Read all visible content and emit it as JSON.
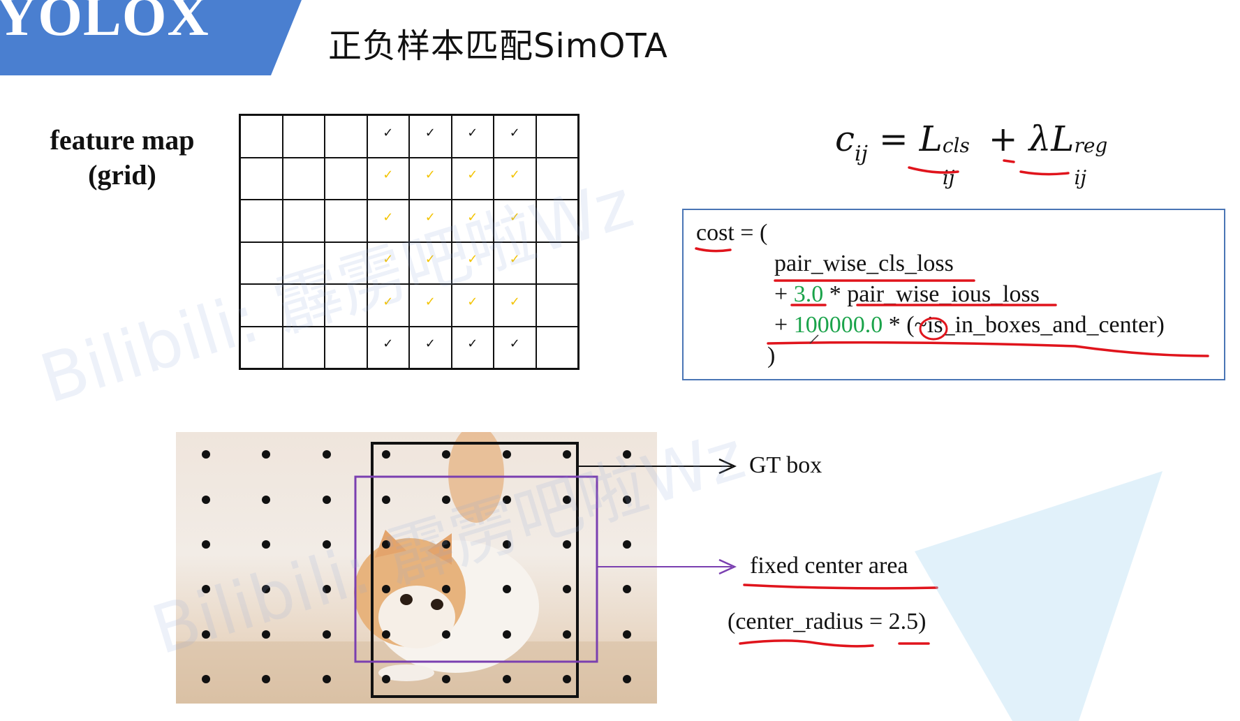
{
  "banner": {
    "logo_text": "YOLOX",
    "color": "#4a7fd0"
  },
  "title": "正负样本匹配SimOTA",
  "feature_map": {
    "line1": "feature map",
    "line2": "(grid)"
  },
  "grid": {
    "cols": 8,
    "rows": 6,
    "cells": [
      [
        "",
        "",
        "",
        "k",
        "k",
        "k",
        "k",
        ""
      ],
      [
        "",
        "",
        "",
        "y",
        "y",
        "y",
        "y",
        ""
      ],
      [
        "",
        "",
        "",
        "y",
        "y",
        "y",
        "y",
        ""
      ],
      [
        "",
        "",
        "",
        "y",
        "y",
        "y",
        "y",
        ""
      ],
      [
        "",
        "",
        "",
        "y",
        "y",
        "y",
        "y",
        ""
      ],
      [
        "",
        "",
        "",
        "k",
        "k",
        "k",
        "k",
        ""
      ]
    ],
    "check_glyph": "✓",
    "yellow": "#f3c300"
  },
  "formula": {
    "lhs": "c",
    "lhs_sub": "ij",
    "eq": "=",
    "l1": "L",
    "l1_sup": "cls",
    "l1_sub": "ij",
    "plus": "+",
    "lambda": "λ",
    "l2": "L",
    "l2_sup": "reg",
    "l2_sub": "ij"
  },
  "code": {
    "line1": "cost = (",
    "line2": "pair_wise_cls_loss",
    "line3_plus": "+",
    "line3_num": "3.0",
    "line3_rest": "* pair_wise_ious_loss",
    "line4_plus": "+",
    "line4_num": "100000.0",
    "line4_rest": "* (~is_in_boxes_and_center)",
    "line5": ")",
    "border_color": "#4a75b5",
    "number_color": "#1aa34a"
  },
  "labels": {
    "gt_box": "GT box",
    "fixed_center": "fixed center area",
    "center_radius": "(center_radius = 2.5)"
  },
  "annotation_color": "#e0141c",
  "purple": "#7a3fb0",
  "watermarks": [
    "Bilibili: 霹雳吧啦Wz",
    "Bilibili: 霹雳吧啦Wz"
  ]
}
